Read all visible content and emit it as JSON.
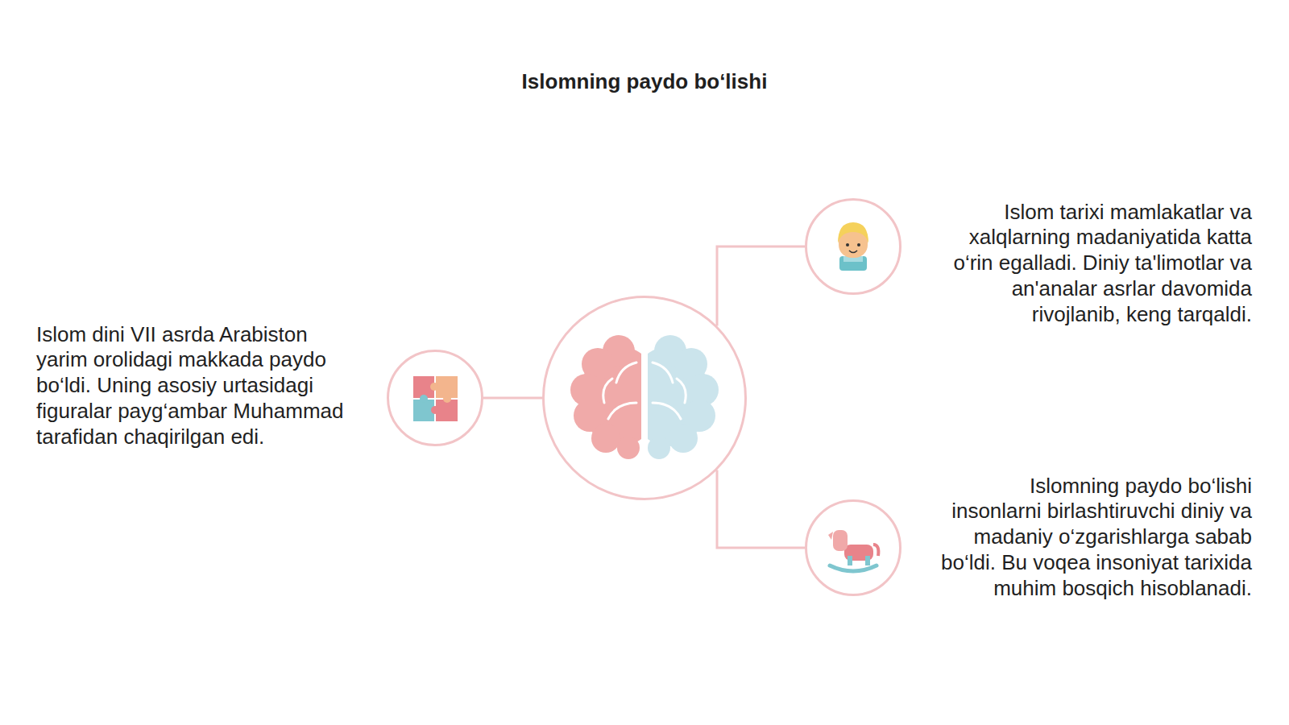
{
  "diagram": {
    "title": "Islomning paydo bo‘lishi",
    "nodes": [
      {
        "text": [
          "Islom dini VII asrda Arabiston yarim orolidagi makkada paydo bo‘ldi. Uning asosiy urtasidagi figuralar payg‘ambar Muhammad tarafidan chaqirilgan edi."
        ]
      },
      {
        "text": []
      },
      {
        "text": [
          "Islom tarixi mamlakatlar va xalqlarning madaniyatida katta o‘rin egalladi. Diniy ta'limotlar va an'analar asrlar davomida rivojlanib, keng tarqaldi."
        ]
      },
      {
        "text": [
          "Islomning paydo bo‘lishi insonlarni birlashtiruvchi diniy va madaniy o‘zgarishlarga sabab bo‘ldi. Bu voqea insoniyat tarixida muhim bosqich hisoblanadi."
        ]
      }
    ],
    "edges": [
      {
        "from": 1,
        "to": 0,
        "arrow": "none"
      },
      {
        "from": 1,
        "to": 2,
        "arrow": "none"
      },
      {
        "from": 1,
        "to": 3,
        "arrow": "none"
      }
    ]
  }
}
